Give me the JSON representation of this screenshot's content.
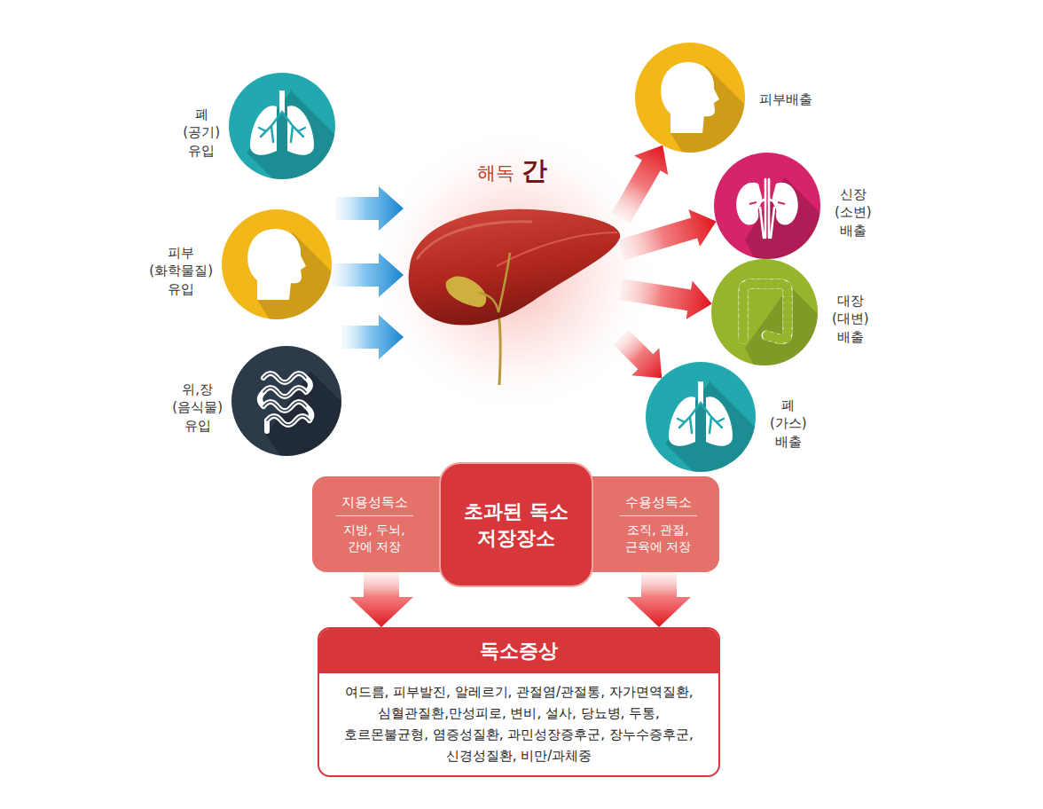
{
  "diagram": {
    "nodes": [
      {
        "text": [
          "폐(공기) 유입"
        ]
      },
      {
        "text": [
          "피부(화학물질) 유입"
        ]
      },
      {
        "text": [
          "위,장(음식물) 유입"
        ]
      },
      {
        "text": [
          "해독",
          "간"
        ]
      },
      {
        "text": [
          "피부배출"
        ]
      },
      {
        "text": [
          "신장(소변) 배출"
        ]
      },
      {
        "text": [
          "대장(대변) 배출"
        ]
      },
      {
        "text": [
          "폐(가스) 배출"
        ]
      },
      {
        "text": [
          "지용성독소",
          "지방, 두뇌, 간에 저장"
        ]
      },
      {
        "text": [
          "초과된 독소 저장장소"
        ]
      },
      {
        "text": [
          "수용성독소",
          "조직, 관절, 근육에 저장"
        ]
      },
      {
        "text": [
          "독소증상",
          "여드름, 피부발진, 알레르기, 관절염/관절통, 자가면역질환, 심혈관질환,만성피로, 변비, 설사, 당뇨병, 두통, 호르몬불균형, 염증성질환, 과민성장증후군, 장누수증후군, 신경성질환, 비만/과체중"
        ]
      }
    ],
    "edges": [
      {
        "from": 0,
        "to": 3,
        "arrow": "to"
      },
      {
        "from": 1,
        "to": 3,
        "arrow": "to"
      },
      {
        "from": 2,
        "to": 3,
        "arrow": "to"
      },
      {
        "from": 3,
        "to": 4,
        "arrow": "to"
      },
      {
        "from": 3,
        "to": 5,
        "arrow": "to"
      },
      {
        "from": 3,
        "to": 6,
        "arrow": "to"
      },
      {
        "from": 3,
        "to": 7,
        "arrow": "to"
      },
      {
        "from": 8,
        "to": 11,
        "arrow": "to"
      },
      {
        "from": 10,
        "to": 11,
        "arrow": "to"
      }
    ]
  }
}
